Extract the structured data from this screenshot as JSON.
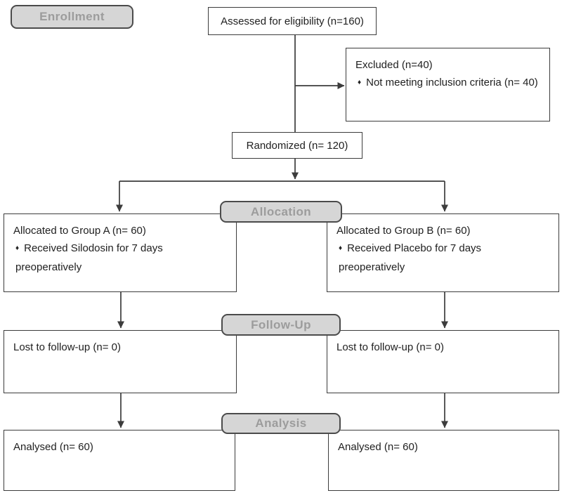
{
  "labels": {
    "enrollment": "Enrollment",
    "allocation": "Allocation",
    "followup": "Follow-Up",
    "analysis": "Analysis"
  },
  "bullet_char": "♦",
  "boxes": {
    "assessed": {
      "text": "Assessed for eligibility (n=160)"
    },
    "excluded": {
      "title": "Excluded (n=40)",
      "bullet": "Not meeting inclusion criteria (n= 40)"
    },
    "randomized": {
      "text": "Randomized (n= 120)"
    },
    "group_a": {
      "title": "Allocated to Group A (n= 60)",
      "bullet": "Received Silodosin for 7 days preoperatively"
    },
    "group_b": {
      "title": "Allocated to Group B (n= 60)",
      "bullet": "Received Placebo for 7 days preoperatively"
    },
    "lost_a": {
      "text": "Lost to follow-up (n= 0)"
    },
    "lost_b": {
      "text": "Lost to follow-up (n= 0)"
    },
    "analysed_a": {
      "text": "Analysed (n= 60)"
    },
    "analysed_b": {
      "text": "Analysed (n= 60)"
    }
  },
  "colors": {
    "line": "#3c3c3c",
    "box_border": "#3c3c3c",
    "label_fill": "#d6d6d6",
    "label_border": "#4b4b4b",
    "label_text": "#9c9c9c",
    "text": "#212121",
    "background": "#ffffff"
  }
}
